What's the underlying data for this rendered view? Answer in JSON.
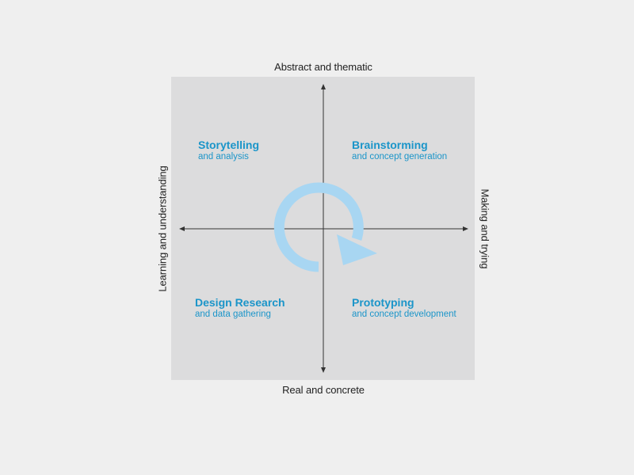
{
  "colors": {
    "accent": "#1b95c9",
    "cycle": "#a8d6f2",
    "panel": "#dcdcdd",
    "axis": "#333333"
  },
  "axes": {
    "top": "Abstract and thematic",
    "bottom": "Real and concrete",
    "left": "Learning and understanding",
    "right": "Making and trying"
  },
  "quadrants": {
    "top_left": {
      "title": "Storytelling",
      "subtitle": "and analysis"
    },
    "top_right": {
      "title": "Brainstorming",
      "subtitle": "and concept generation"
    },
    "bottom_left": {
      "title": "Design Research",
      "subtitle": "and data gathering"
    },
    "bottom_right": {
      "title": "Prototyping",
      "subtitle": "and concept development"
    }
  },
  "center_icon": "clockwise-cycle-arrow-icon"
}
